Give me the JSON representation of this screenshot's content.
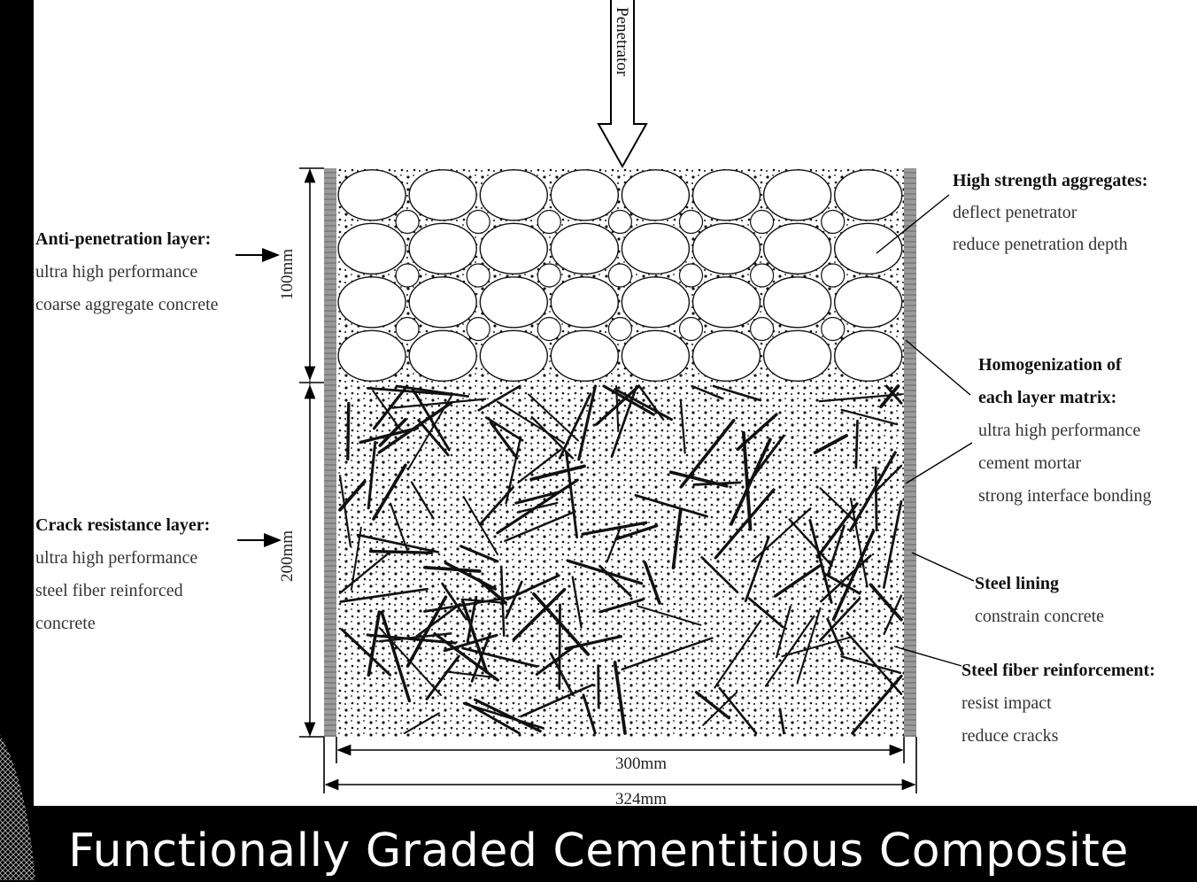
{
  "slide_title": "Functionally Graded Cementitious Composite",
  "penetrator_label": "Penetrator",
  "dimensions": {
    "top_layer_height": "100mm",
    "bottom_layer_height": "200mm",
    "inner_width": "300mm",
    "outer_width": "324mm"
  },
  "left_labels": [
    {
      "title": "Anti-penetration layer:",
      "lines": [
        "ultra high performance",
        "coarse aggregate concrete"
      ]
    },
    {
      "title": "Crack resistance layer:",
      "lines": [
        "ultra high performance",
        "steel fiber reinforced",
        "concrete"
      ]
    }
  ],
  "right_labels": [
    {
      "title": "High strength aggregates:",
      "lines": [
        "deflect penetrator",
        "reduce penetration depth"
      ]
    },
    {
      "title": "Homogenization of",
      "title2": "each layer matrix:",
      "lines": [
        "ultra high performance",
        "cement mortar",
        "strong interface bonding"
      ]
    },
    {
      "title": "Steel lining",
      "lines": [
        "constrain concrete"
      ]
    },
    {
      "title": "Steel fiber reinforcement:",
      "lines": [
        "resist impact",
        "reduce cracks"
      ]
    }
  ],
  "colors": {
    "background": "#000000",
    "slide": "#ffffff",
    "ink": "#111111",
    "lining": "#8a8a8a"
  }
}
